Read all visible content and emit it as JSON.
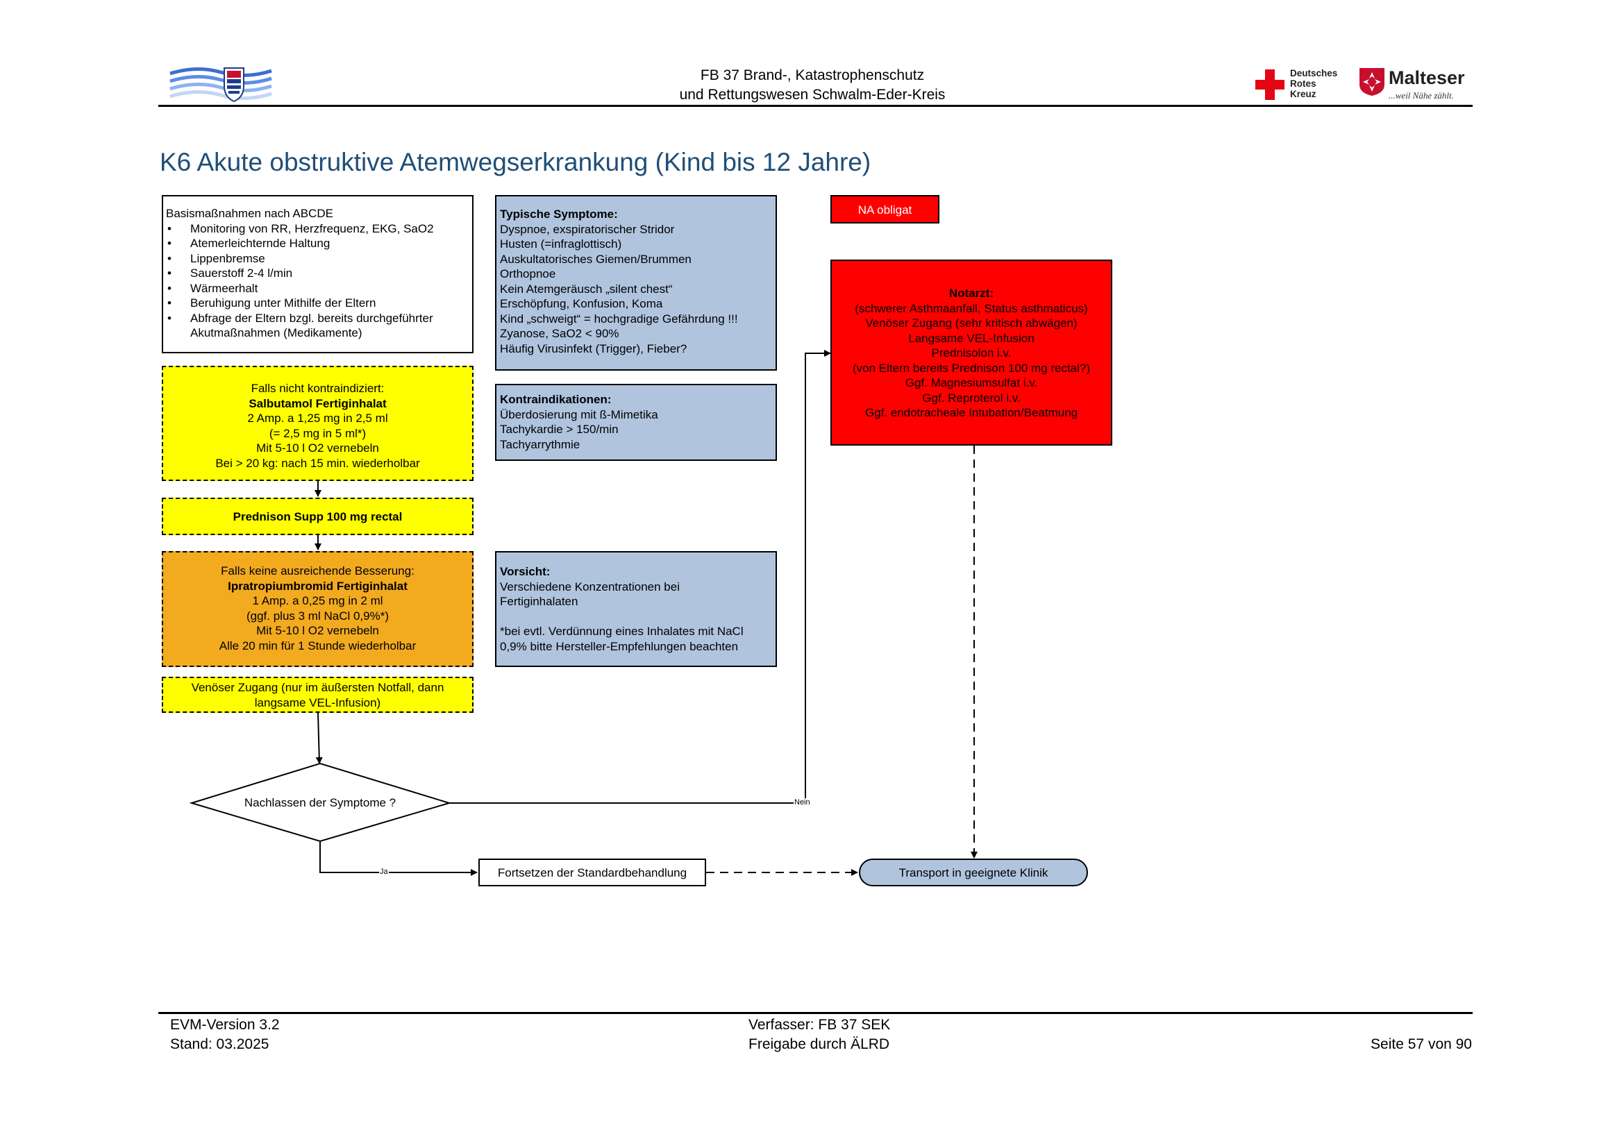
{
  "header": {
    "org_line1": "FB 37 Brand-, Katastrophenschutz",
    "org_line2": "und Rettungswesen Schwalm-Eder-Kreis",
    "drk_line1": "Deutsches",
    "drk_line2": "Rotes",
    "drk_line3": "Kreuz",
    "malteser_name": "Malteser",
    "malteser_slogan": "...weil Nähe zählt."
  },
  "title": "K6 Akute obstruktive Atemwegserkrankung (Kind bis 12 Jahre)",
  "basis": {
    "heading": "Basismaßnahmen nach ABCDE",
    "items": [
      "Monitoring von RR, Herzfrequenz, EKG, SaO2",
      "Atemerleichternde Haltung",
      "Lippenbremse",
      "Sauerstoff 2-4 l/min",
      "Wärmeerhalt",
      "Beruhigung unter Mithilfe der Eltern",
      "Abfrage der Eltern bzgl. bereits durchgeführter Akutmaßnahmen (Medikamente)"
    ]
  },
  "symptoms": {
    "heading": "Typische Symptome:",
    "lines": [
      "Dyspnoe, exspiratorischer Stridor",
      "Husten (=infraglottisch)",
      "Auskultatorisches Giemen/Brummen",
      "Orthopnoe",
      "Kein Atemgeräusch „silent chest“",
      "Erschöpfung, Konfusion, Koma",
      "Kind „schweigt“ = hochgradige Gefährdung !!!",
      "Zyanose, SaO2 < 90%",
      "Häufig Virusinfekt (Trigger), Fieber?"
    ]
  },
  "contra": {
    "heading": "Kontraindikationen:",
    "lines": [
      "Überdosierung mit ß-Mimetika",
      "Tachykardie > 150/min",
      "Tachyarrythmie"
    ]
  },
  "caution": {
    "heading": "Vorsicht:",
    "lines": [
      "Verschiedene Konzentrationen bei",
      "Fertiginhalaten",
      "",
      "*bei evtl. Verdünnung eines Inhalates mit NaCl",
      "0,9% bitte Hersteller-Empfehlungen beachten"
    ]
  },
  "na_obligat": "NA obligat",
  "notarzt": {
    "heading": "Notarzt:",
    "lines": [
      "(schwerer Asthmaanfall, Status asthmaticus)",
      "Venöser Zugang (sehr kritisch abwägen)",
      "Langsame VEL-Infusion",
      "Prednisolon i.v.",
      "(von Eltern bereits Prednison 100 mg rectal?)",
      "Ggf. Magnesiumsulfat i.v.",
      "Ggf. Reproterol i.v.",
      "Ggf. endotracheale Intubation/Beatmung"
    ]
  },
  "salbutamol": {
    "line1": "Falls nicht kontraindiziert:",
    "heading": "Salbutamol Fertiginhalat",
    "lines": [
      "2 Amp. a 1,25 mg in 2,5 ml",
      "(= 2,5 mg in 5 ml*)",
      "Mit 5-10 l O2 vernebeln",
      "Bei > 20 kg: nach 15 min. wiederholbar"
    ]
  },
  "prednison": "Prednison Supp 100 mg rectal",
  "ipratropium": {
    "line1": "Falls keine ausreichende Besserung:",
    "heading": "Ipratropiumbromid Fertiginhalat",
    "lines": [
      "1 Amp. a 0,25 mg in 2 ml",
      "(ggf. plus 3 ml NaCl 0,9%*)",
      "Mit 5-10 l O2 vernebeln",
      "Alle 20 min für 1 Stunde wiederholbar"
    ]
  },
  "venous": {
    "lines": [
      "Venöser Zugang (nur im äußersten Notfall, dann",
      "langsame VEL-Infusion)"
    ]
  },
  "decision": "Nachlassen der Symptome ?",
  "label_nein": "Nein",
  "label_ja": "Ja",
  "continue_std": "Fortsetzen der Standardbehandlung",
  "transport": "Transport in geeignete Klinik",
  "footer": {
    "version": "EVM-Version 3.2",
    "stand": "Stand: 03.2025",
    "author": "Verfasser: FB 37 SEK",
    "approval": "Freigabe durch ÄLRD",
    "page": "Seite 57 von 90"
  },
  "colors": {
    "info_blue": "#b0c4de",
    "drug_yellow": "#ffff00",
    "drug_orange": "#f2aa1f",
    "emergency_red": "#ff0000",
    "title_blue": "#1f4e79",
    "drk_red": "#e30613",
    "malteser_red": "#c8102e"
  }
}
